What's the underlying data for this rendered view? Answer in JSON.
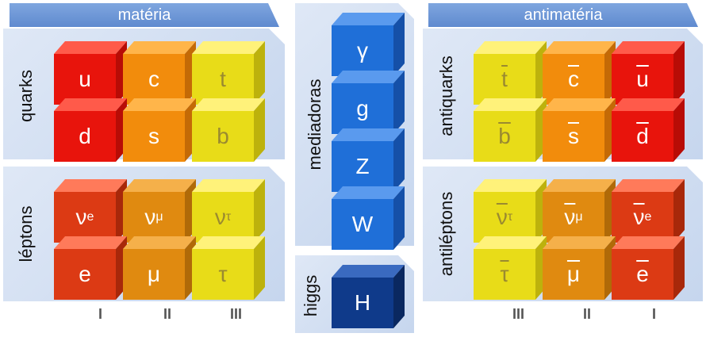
{
  "headers": {
    "materia": "matéria",
    "antimateria": "antimatéria"
  },
  "labels": {
    "quarks": "quarks",
    "leptons": "léptons",
    "mediadoras": "mediadoras",
    "higgs": "higgs",
    "antiquarks": "antiquarks",
    "antileptons": "antiléptons"
  },
  "matter": {
    "quarks": [
      {
        "symbol": "u",
        "color": "red"
      },
      {
        "symbol": "c",
        "color": "orange"
      },
      {
        "symbol": "t",
        "color": "yellow"
      },
      {
        "symbol": "d",
        "color": "red"
      },
      {
        "symbol": "s",
        "color": "orange"
      },
      {
        "symbol": "b",
        "color": "yellow"
      }
    ],
    "leptons": [
      {
        "symbol": "ν",
        "sub": "e",
        "color": "red"
      },
      {
        "symbol": "ν",
        "sub": "μ",
        "color": "orange"
      },
      {
        "symbol": "ν",
        "sub": "τ",
        "color": "yellow"
      },
      {
        "symbol": "e",
        "color": "red"
      },
      {
        "symbol": "μ",
        "color": "orange"
      },
      {
        "symbol": "τ",
        "color": "yellow"
      }
    ],
    "generations": [
      "I",
      "II",
      "III"
    ]
  },
  "mediators": [
    {
      "symbol": "γ"
    },
    {
      "symbol": "g"
    },
    {
      "symbol": "Z"
    },
    {
      "symbol": "W"
    }
  ],
  "higgs_boson": {
    "symbol": "H"
  },
  "antimatter": {
    "quarks": [
      {
        "symbol": "t",
        "color": "yellow"
      },
      {
        "symbol": "c",
        "color": "orange"
      },
      {
        "symbol": "u",
        "color": "red"
      },
      {
        "symbol": "b",
        "color": "yellow"
      },
      {
        "symbol": "s",
        "color": "orange"
      },
      {
        "symbol": "d",
        "color": "red"
      }
    ],
    "leptons": [
      {
        "symbol": "ν",
        "sub": "τ",
        "color": "yellow"
      },
      {
        "symbol": "ν",
        "sub": "μ",
        "color": "orange"
      },
      {
        "symbol": "ν",
        "sub": "e",
        "color": "red"
      },
      {
        "symbol": "τ",
        "color": "yellow"
      },
      {
        "symbol": "μ",
        "color": "orange"
      },
      {
        "symbol": "e",
        "color": "red"
      }
    ],
    "generations": [
      "III",
      "II",
      "I"
    ]
  },
  "colors": {
    "red": {
      "top": "#ff5a4a",
      "front": "#e8140c",
      "side": "#b80c06"
    },
    "orange": {
      "top": "#ffb54a",
      "front": "#f28c0c",
      "side": "#c46a06"
    },
    "yellow": {
      "top": "#fff27a",
      "front": "#e8dc18",
      "side": "#bdb20c"
    },
    "lred": {
      "top": "#ff7a5a",
      "front": "#dc3a14",
      "side": "#a8280a"
    },
    "lorange": {
      "top": "#f5b04a",
      "front": "#e08a10",
      "side": "#b06a08"
    },
    "blue": {
      "top": "#5a9aee",
      "front": "#1f6fd8",
      "side": "#1550a8"
    },
    "navy": {
      "top": "#3a6ac0",
      "front": "#0f3a8a",
      "side": "#0a2860"
    }
  }
}
